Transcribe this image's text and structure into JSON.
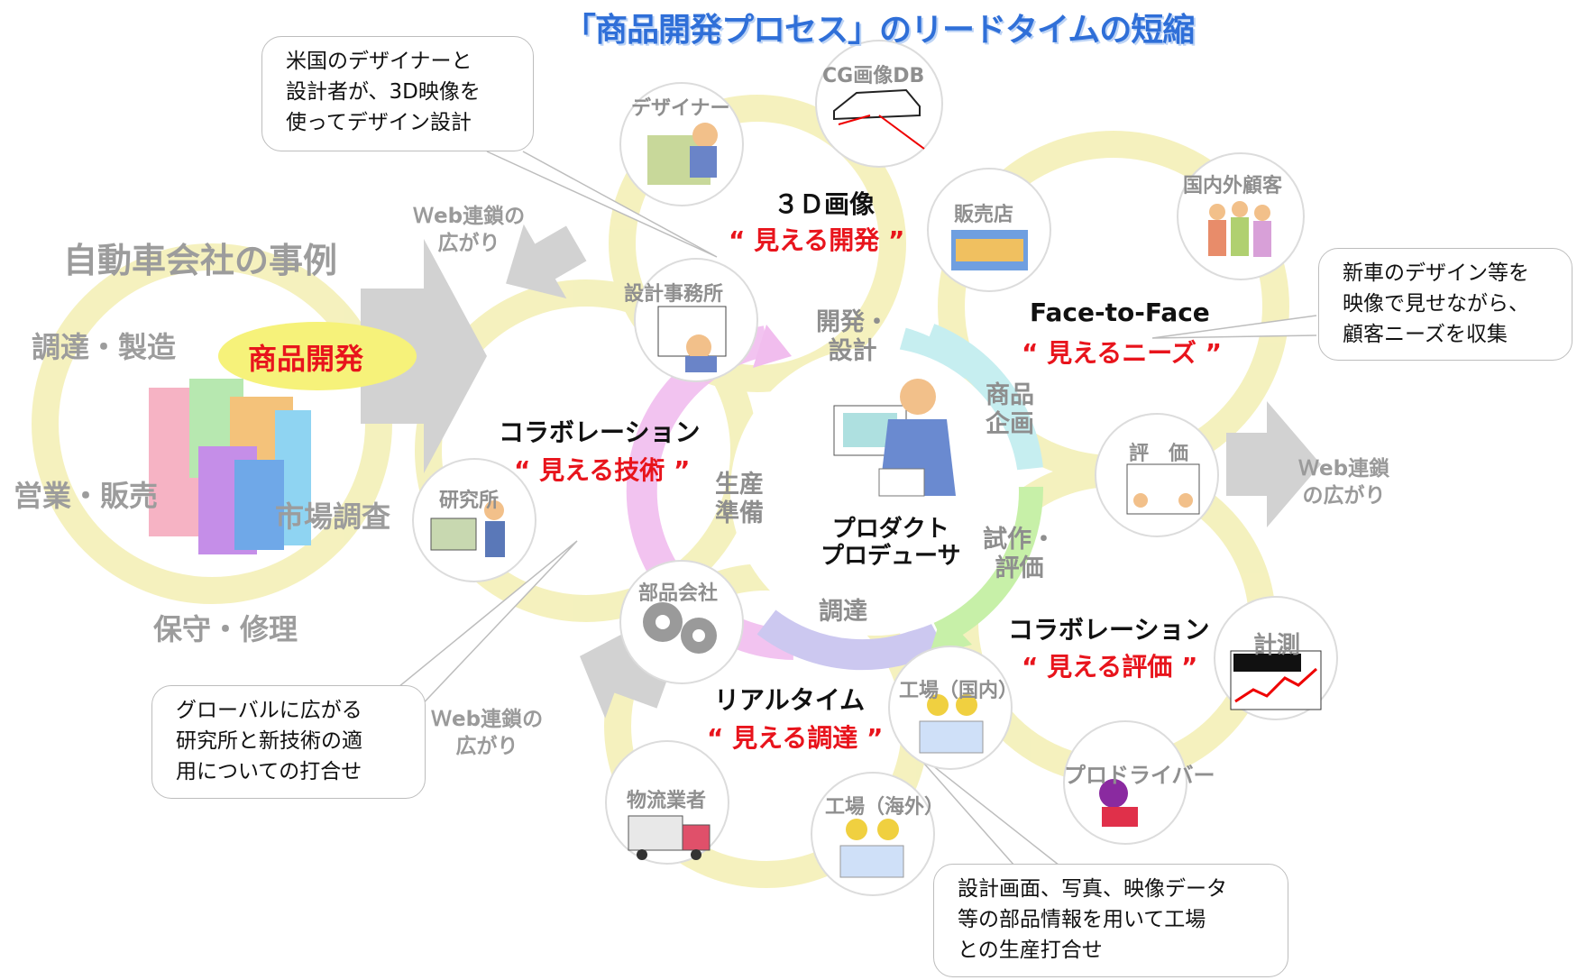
{
  "title": "「商品開発プロセス」のリードタイムの短縮",
  "left": {
    "case_title": "自動車会社の事例",
    "center_label": "商品開発",
    "cycle": [
      "調達・製造",
      "営業・販売",
      "保守・修理",
      "市場調査"
    ]
  },
  "callouts": {
    "top_left": "米国のデザイナーと\n設計者が、3D映像を\n使ってデザイン設計",
    "right": "新車のデザイン等を\n映像で見せながら、\n顧客ニーズを収集",
    "bottom_left": "グローバルに広がる\n研究所と新技術の適\n用についての打合せ",
    "bottom_right": "設計画面、写真、映像データ\n等の部品情報を用いて工場\nとの生産打合せ"
  },
  "web_labels": {
    "top": "Ｗeb連鎖の\n広がり",
    "right": "Ｗeb連鎖\nの広がり",
    "bottom": "Ｗeb連鎖の\n広がり"
  },
  "nodes": {
    "designer": "デザイナー",
    "cg_db": "CG画像DB",
    "dealer": "販売店",
    "customers": "国内外顧客",
    "design_office": "設計事務所",
    "lab": "研究所",
    "evaluation": "評　価",
    "parts": "部品会社",
    "measure": "計測",
    "factory_domestic": "工場（国内）",
    "pro_driver": "プロドライバー",
    "logistics": "物流業者",
    "factory_overseas": "工場（海外）"
  },
  "groups": {
    "top": {
      "heading": "３Ｄ画像",
      "sub": "“ 見える開発 ”"
    },
    "right": {
      "heading": "Face-to-Face",
      "sub": "“ 見えるニーズ ”"
    },
    "left": {
      "heading": "コラボレーション",
      "sub": "“ 見える技術 ”"
    },
    "bottom_left": {
      "heading": "リアルタイム",
      "sub": "“ 見える調達 ”"
    },
    "bottom_right": {
      "heading": "コラボレーション",
      "sub": "“ 見える評価 ”"
    }
  },
  "center_ring": [
    "開発・\n設計",
    "商品\n企画",
    "試作・\n評価",
    "調達",
    "生産\n準備"
  ],
  "center_label": "プロダクト\nプロデューサ",
  "colors": {
    "title": "#2f6fd8",
    "accent_red": "#e8141c",
    "ring_yellow": "#f4f0b0",
    "arrow_pink": "#f0b6ec",
    "arrow_cyan": "#bfeef0",
    "arrow_green": "#c4f0a4",
    "arrow_lavender": "#ccc8f0"
  }
}
